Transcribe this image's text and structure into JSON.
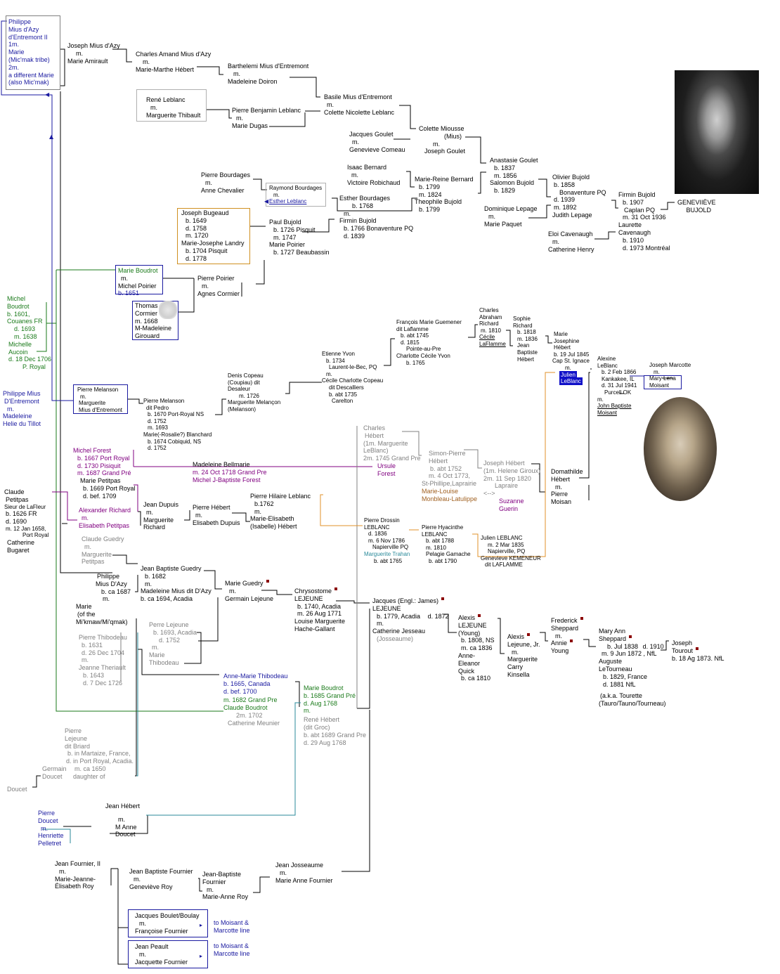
{
  "title": "GENEVIÈVE BUJOLD",
  "nodes": {
    "philippe_mius_azy": [
      "Philippe",
      "Mius d'Azy",
      "d'Entremont II",
      "1m.",
      "Marie",
      "(Mic'mak tribe)",
      "2m.",
      "a different Marie",
      "(also Mic'mak)"
    ],
    "joseph_mius": [
      "Joseph Mius d'Azy",
      "m.",
      "Marie Amirault"
    ],
    "charles_amand": [
      "Charles Amand Mius d'Azy",
      "m.",
      "Marie-Marthe Hébert"
    ],
    "barthelemi": [
      "Barthelemi Mius d'Entremont",
      "m.",
      "Madeleine Doiron"
    ],
    "rene_leblanc": [
      "René Leblanc",
      "m.",
      "Marguerite Thibault"
    ],
    "pierre_benjamin": [
      "Pierre Benjamin Leblanc",
      "m.",
      "Marie Dugas"
    ],
    "basile": [
      "Basile Mius d'Entremont",
      "m.",
      "Colette Nicolette Leblanc"
    ],
    "colette_miousse": [
      "Colette Miousse",
      "(Mius)",
      "m.",
      "Joseph Goulet"
    ],
    "jacques_goulet": [
      "Jacques Goulet",
      "m.",
      "Genevieve Comeau"
    ],
    "anastasie": [
      "Anastasie Goulet",
      "b. 1837",
      "m. 1856",
      "Salomon Bujold",
      "b. 1829"
    ],
    "isaac_bernard": [
      "Isaac Bernard",
      "m.",
      "Victoire Robichaud"
    ],
    "marie_reine": [
      "Marie-Reine Bernard",
      "b. 1799",
      "m. 1824",
      "Theophile Bujold",
      "b. 1799"
    ],
    "olivier": [
      "Olivier Bujold",
      "b. 1858",
      "Bonaventure PQ",
      "d. 1939",
      "m. 1892",
      "Judith Lepage"
    ],
    "firmin_1907": [
      "Firmin Bujold",
      "b. 1907",
      "Caplan PQ",
      "m. 31 Oct 1936",
      "Laurette",
      "Cavenaugh",
      "b. 1910",
      "d. 1973 Montréal"
    ],
    "genevieve": [
      "GENEVIIÈVE",
      "BUJOLD"
    ],
    "dominique": [
      "Dominique Lepage",
      "m.",
      "Marie Paquet"
    ],
    "eloi": [
      "Eloi Cavenaugh",
      "m.",
      "Catherine Henry"
    ],
    "pierre_bourdages": [
      "Pierre Bourdages",
      "m.",
      "Anne Chevalier"
    ],
    "raymond_bourdages": [
      "Raymond Bourdages",
      "m.",
      "Esther Leblanc"
    ],
    "esther_bourdages": [
      "Esther Bourdages",
      "b. 1768",
      "m.",
      "Firmin Bujold",
      "b. 1766 Bonaventure PQ",
      "d. 1839"
    ],
    "joseph_bugeaud": [
      "Joseph Bugeaud",
      "b. 1649",
      "d. 1758",
      "m. 1720",
      "Marie-Josephe Landry",
      "b. 1704 Pisquit",
      "d. 1778"
    ],
    "paul_bujold": [
      "Paul Bujold",
      "b. 1726 Pisquit",
      "m. 1747",
      "Marie Poirier",
      "b. 1727 Beaubassin"
    ],
    "marie_boudrot_1651": [
      "Marie Boudrot",
      "m.",
      "Michel Poirier",
      "b. 1651"
    ],
    "pierre_poirier": [
      "Pierre Poirier",
      "m.",
      "Agnes Cormier"
    ],
    "thomas_cormier": [
      "Thomas",
      "Cormier",
      "m. 1668",
      "M-Madeleine",
      "Girouard"
    ],
    "michel_boudrot": [
      "Michel",
      "Boudrot",
      "b. 1601,",
      "Couanes FR",
      "d. 1693",
      "m. 1638",
      "Michelle",
      "Aucoin",
      "d. 18 Dec 1706",
      "P. Royal"
    ],
    "philippe_mius_dentremont": [
      "Philippe Mius",
      "D'Entremont",
      "m.",
      "Madeleine",
      "Helie du Tillot"
    ],
    "pierre_melanson_1": [
      "Pierre Melanson",
      "m.",
      "Marguerite",
      "Mius d'Entremont"
    ],
    "pierre_melanson_2": [
      "Pierre Melanson",
      "dit Pedro",
      "b. 1670 Port-Royal NS",
      "d. 1752",
      "m. 1693",
      "Marie(-Rosalie?) Blanchard",
      "b. 1674 Cobiquid, NS",
      "d. 1752"
    ],
    "denis_copeau": [
      "Denis Copeau",
      "(Coupiau) dit",
      "Desaleur",
      "m. 1726",
      "Marguerite Melançon",
      "(Melanson)"
    ],
    "etienne_yvon": [
      "Etienne Yvon",
      "b. 1734",
      "Laurent-le-Bec, PQ",
      "m.",
      "Cécile Charlotte Copeau",
      "dit Descalliers",
      "b. abt 1735",
      "Carelton"
    ],
    "francois_guemener": [
      "François Marie Guemener",
      "dit Laflamme",
      "b. abt 1745",
      "d. 1815",
      "Pointe-au-Pre",
      "Charlotte Cécile Yvon",
      "b. 1765"
    ],
    "charles_abraham": [
      "Charles",
      "Abraham",
      "Richard",
      "m. 1810",
      "Cécile",
      "LaFlamme"
    ],
    "sophie_richard": [
      "Sophie",
      "Richard",
      "b. 1818",
      "m. 1836",
      "Jean",
      "Baptiste",
      "Hébert"
    ],
    "marie_josephine": [
      "Marie",
      "Josephine",
      "Hébert",
      "b. 19 Jul 1845",
      "Cap St. Ignace",
      "m.",
      "Julien",
      "LeBlanc"
    ],
    "alexine_leblanc": [
      "Alexine",
      "LeBlanc",
      "b. 2 Feb 1866",
      "Kankakee, IL",
      "d. 31 Jul 1941",
      "Purcell OK",
      "m.",
      "John Baptiste",
      "Moisant"
    ],
    "joseph_marcotte": [
      "Joseph Marcotte",
      "m.",
      "Mary Lena",
      "Moisant"
    ],
    "charles_hebert": [
      "Charles",
      "Hébert",
      "(1m. Marguerite",
      "LeBlanc)",
      "2m. 1745 Grand Pre",
      "Ursule",
      "Forest"
    ],
    "simon_pierre": [
      "Simon-Pierre",
      "Hébert",
      "b. abt 1752",
      "m. 4 Oct 1773,",
      "St-Phillipe,Laprairie",
      "Marie-Louise",
      "Monbleau-Latulippe"
    ],
    "joseph_hebert_1820": [
      "Joseph Hébert",
      "(1m. Helene Giroux)",
      "2m. 11 Sep 1820",
      "Lapraire",
      "<-->",
      "Suzanne",
      "Guerin"
    ],
    "domathilde": [
      "Domathilde",
      "Hébert",
      "m.",
      "Pierre",
      "Moisan"
    ],
    "michel_forest": [
      "Michel Forest",
      "b. 1667 Port Royal",
      "d. 1730 Pisiquit",
      "m. 1687 Grand Pré",
      "Marie Petitpas",
      "b. 1669 Port Royal",
      "d. bef. 1709"
    ],
    "madeleine_bellmarie": [
      "Madeleine Bellmarie",
      "m. 24 Oct 1718 Grand Pre",
      "Michel J-Baptiste Forest"
    ],
    "claude_petitpas": [
      "Claude",
      "Petitpas",
      "Sieur de LaFleur",
      "b. 1626 FR",
      "d. 1690",
      "m. 12 Jan 1658,",
      "Port Royal",
      "Catherine",
      "Bugaret"
    ],
    "alexander_richard": [
      "Alexander Richard",
      "m.",
      "Elisabeth Petitpas"
    ],
    "jean_dupuis": [
      "Jean Dupuis",
      "m.",
      "Marguerite",
      "Richard"
    ],
    "pierre_hebert": [
      "Pierre Hébert",
      "m.",
      "Elisabeth Dupuis"
    ],
    "pierre_hilaire": [
      "Pierre Hilaire Leblanc",
      "b.1762",
      "m.",
      "Marie-Elisabeth",
      "(Isabelle) Hébert"
    ],
    "pierre_drossin": [
      "Pierre Drossin",
      "LEBLANC",
      "d. 1836",
      "m. 6 Nov 1786",
      "Napierville PQ",
      "Marguerite Trahan",
      "b. abt 1765"
    ],
    "pierre_hyacinthe": [
      "Pierre Hyacinthe",
      "LEBLANC",
      "b. abt 1788",
      "m. 1810",
      "Pelagie Gamache",
      "b. abt 1790"
    ],
    "julien_leblanc": [
      "Julien LEBLANC",
      "m. 2 Mar 1835",
      "Napierville, PQ",
      "Genevieve KEMENEUR",
      "dit LAFLAMME"
    ],
    "claude_guedry": [
      "Claude Guedry",
      "m.",
      "Marguerite",
      "Petitpas"
    ],
    "jean_baptiste_guedry": [
      "Jean Baptiste Guedry",
      "b. 1682",
      "m.",
      "Madeleine Mius dit D'Azy",
      "b. ca 1694, Acadia"
    ],
    "philippe_mius_1687": [
      "Philippe",
      "Mius D'Azy",
      "b. ca 1687",
      "m.",
      "Marie",
      "(of the",
      "Mi'kmaw/Mi'qmak)"
    ],
    "marie_guedry": [
      "Marie Guedry",
      "m.",
      "Germain Lejeune"
    ],
    "chrysostome": [
      "Chrysostome",
      "LEJEUNE",
      "b. 1740, Acadia",
      "m. 26 Aug 1771",
      "Louise Marguerite",
      "Hache-Gallant"
    ],
    "jacques_lejeune": [
      "Jacques (Engl.: James)",
      "LEJEUNE",
      "b. 1779, Acadia",
      "d. 1872",
      "m.",
      "Catherine Jesseau",
      "(Josseaume)"
    ],
    "alexis_lejeune": [
      "Alexis",
      "LEJEUNE",
      "(Young)",
      "b. 1808, NS",
      "m. ca 1836",
      "Anne-",
      "Eleanor",
      "Quick",
      "b. ca 1810"
    ],
    "alexis_jr": [
      "Alexis",
      "Lejeune, Jr.",
      "m.",
      "Marguerite",
      "Carry",
      "Kinsella"
    ],
    "frederick": [
      "Frederick",
      "Sheppard",
      "m.",
      "Annie",
      "Young"
    ],
    "mary_ann": [
      "Mary Ann",
      "Sheppard",
      "b. Jul 1838",
      "d. 1910",
      "m. 9 Jun 1872 , NfL",
      "Auguste",
      "LeTourneau",
      "b. 1829, France",
      "d. 1881 NfL",
      "(a.k.a. Tourette",
      "(Tauro/Tauno/Tourneau)"
    ],
    "joseph_tourout": [
      "Joseph",
      "Tourout",
      "b. 18 Ag 1873. NfL"
    ],
    "perre_lejeune": [
      "Perre Lejeune",
      "b. 1693, Acadia",
      "d. 1752",
      "m.",
      "Marie",
      "Thibodeau"
    ],
    "pierre_thibodeau": [
      "Pierre Thibodeau",
      "b. 1631",
      "d. 26 Dec 1704",
      "m.",
      "Jeanne Theriault",
      "b. 1643",
      "d. 7 Dec 1726"
    ],
    "anne_marie": [
      "Anne-Marie Thibodeau",
      "b. 1665, Canada",
      "d. bef. 1700",
      "m. 1682 Grand Pre",
      "Claude Boudrot",
      "2m. 1702",
      "Catherine Meunier"
    ],
    "marie_boudrot_1685": [
      "Marie Boudrot",
      "b. 1685 Grand Pré",
      "d. Aug 1768",
      "m.",
      "René Hébert",
      "(dit Groc)",
      "b. abt 1689 Grand Pre",
      "d. 29 Aug 1768"
    ],
    "pierre_lejeune_briard": [
      "Pierre",
      "Lejeune",
      "dit Briard",
      "b. in Martaize, France,",
      "d. in Port Royal, Acadia.",
      "m. ca 1650",
      "daughter of"
    ],
    "germain_doucet": [
      "Germain",
      "Doucet"
    ],
    "doucet": [
      "Doucet"
    ],
    "pierre_doucet": [
      "Pierre",
      "Doucet",
      "m.",
      "Henriette",
      "Pelletret"
    ],
    "jean_hebert": [
      "Jean Hébert",
      "m.",
      "M Anne",
      "Doucet"
    ],
    "jean_fournier_ii": [
      "Jean Fournier, II",
      "m.",
      "Marie-Jeanne-",
      "Élisabeth Roy"
    ],
    "jean_baptiste_fournier_1": [
      "Jean Baptiste Fournier",
      "m.",
      "Geneviève Roy"
    ],
    "jean_baptiste_fournier_2": [
      "Jean-Baptiste",
      "Fournier",
      "m.",
      "Marie-Anne Roy"
    ],
    "jean_josseaume": [
      "Jean Josseaume",
      "m.",
      "Marie Anne Fournier"
    ],
    "jacques_boulet": [
      "Jacques Boulet/Boulay",
      "m.",
      "Françoise Fournier"
    ],
    "jean_peault": [
      "Jean Peault",
      "m.",
      "Jacquette Fournier"
    ],
    "to_moisant_1": [
      "to Moisant &",
      "Marcotte line"
    ],
    "to_moisant_2": [
      "to Moisant &",
      "Marcotte line"
    ]
  }
}
